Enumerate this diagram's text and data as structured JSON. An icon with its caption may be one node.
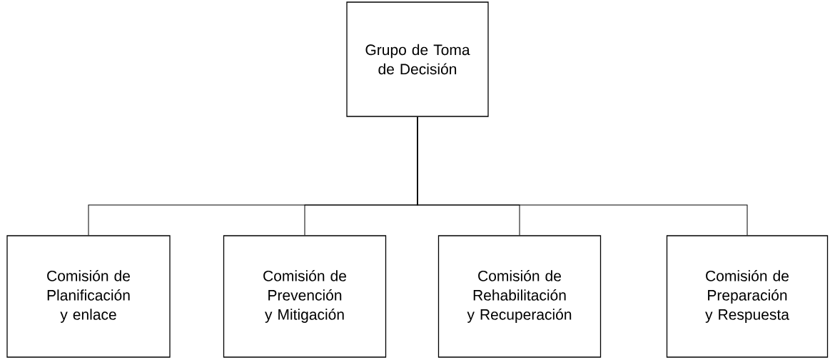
{
  "diagram": {
    "nodes": [
      {
        "text": [
          "Grupo de Toma de Decisión"
        ]
      },
      {
        "text": [
          "Comisión de Planificación y enlace"
        ]
      },
      {
        "text": [
          "Comisión de Prevención y Mitigación"
        ]
      },
      {
        "text": [
          "Comisión de Rehabilitación y Recuperación"
        ]
      },
      {
        "text": [
          "Comisión de Preparación y Respuesta"
        ]
      }
    ],
    "edges": [
      {
        "from": 0,
        "to": 1,
        "arrow": "none"
      },
      {
        "from": 0,
        "to": 2,
        "arrow": "none"
      },
      {
        "from": 0,
        "to": 3,
        "arrow": "none"
      },
      {
        "from": 0,
        "to": 4,
        "arrow": "none"
      }
    ]
  }
}
